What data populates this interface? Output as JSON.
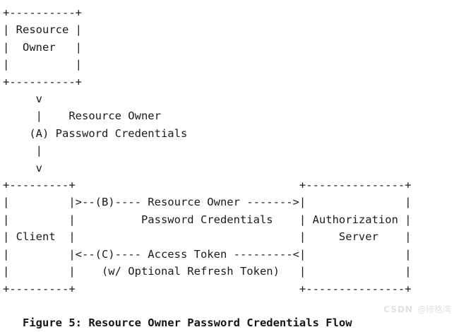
{
  "diagram": {
    "title": "Figure 5: Resource Owner Password Credentials Flow",
    "type": "ascii-art-flow-diagram",
    "text_color": "#1b1b1f",
    "background_color": "#ffffff",
    "lines": [
      "+----------+",
      "| Resource |",
      "|  Owner   |",
      "|          |",
      "+----------+",
      "     v",
      "     |    Resource Owner",
      "    (A) Password Credentials",
      "     |",
      "     v",
      "+---------+                                  +---------------+",
      "|         |>--(B)---- Resource Owner ------->|               |",
      "|         |          Password Credentials    | Authorization |",
      "| Client  |                                  |     Server    |",
      "|         |<--(C)---- Access Token ---------<|               |",
      "|         |    (w/ Optional Refresh Token)   |               |",
      "+---------+                                  +---------------+"
    ],
    "caption": "   Figure 5: Resource Owner Password Credentials Flow"
  },
  "nodes": {
    "resource_owner": "Resource Owner",
    "client": "Client",
    "authorization_server": "Authorization Server"
  },
  "flow_steps": [
    {
      "label": "(A)",
      "text": "Resource Owner Password Credentials",
      "from": "Resource Owner",
      "to": "Client"
    },
    {
      "label": "(B)",
      "text": "Resource Owner Password Credentials",
      "from": "Client",
      "to": "Authorization Server"
    },
    {
      "label": "(C)",
      "text": "Access Token (w/ Optional Refresh Token)",
      "from": "Authorization Server",
      "to": "Client"
    }
  ],
  "watermark": {
    "brand": "CSDN",
    "user": "@修格湾"
  }
}
